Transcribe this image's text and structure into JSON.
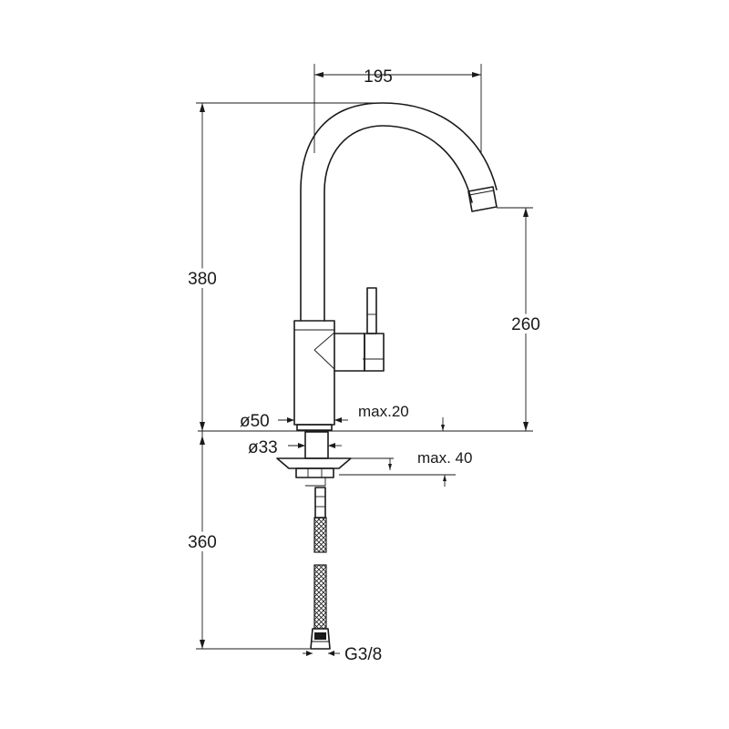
{
  "dimensions": {
    "spout_reach": "195",
    "total_height": "380",
    "spout_height": "260",
    "below_deck_length": "360",
    "base_diameter": "ø50",
    "shank_diameter": "ø33",
    "deck_max_top": "max.20",
    "deck_max_bottom": "max. 40",
    "connection_thread": "G3/8"
  }
}
